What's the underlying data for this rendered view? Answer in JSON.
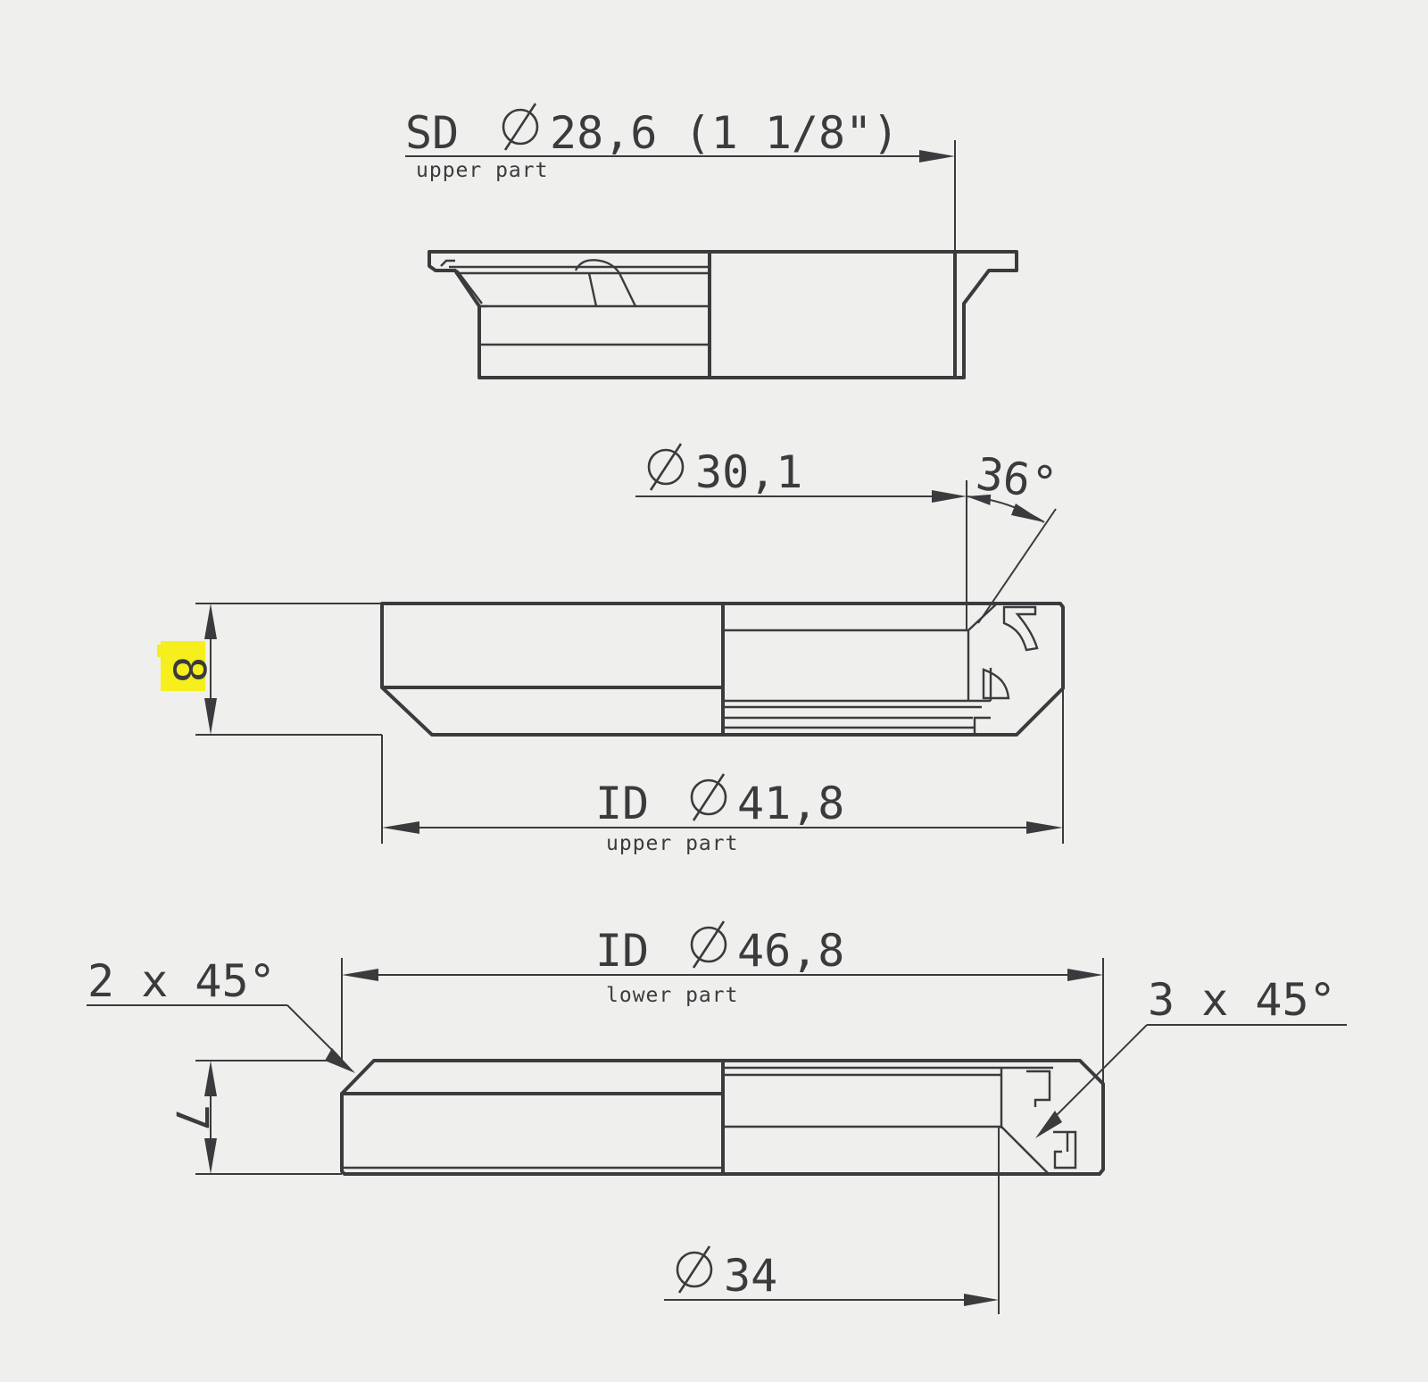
{
  "upper_stem": {
    "label": "SD",
    "value": "28,6 (1 1/8\")",
    "note": "upper part"
  },
  "upper_cup": {
    "inner_diameter_value": "30,1",
    "angle": "36°",
    "height": "8",
    "id_label": "ID",
    "id_value": "41,8",
    "id_note": "upper part"
  },
  "lower_cup": {
    "id_label": "ID",
    "id_value": "46,8",
    "id_note": "lower part",
    "chamfer_left": "2 x 45°",
    "chamfer_right": "3 x 45°",
    "height": "7",
    "inner_diameter_value": "34"
  },
  "colors": {
    "background": "#efefed",
    "line": "#3b3b3d",
    "highlight": "#f6ee1d"
  },
  "icons": [
    "diameter-icon"
  ]
}
